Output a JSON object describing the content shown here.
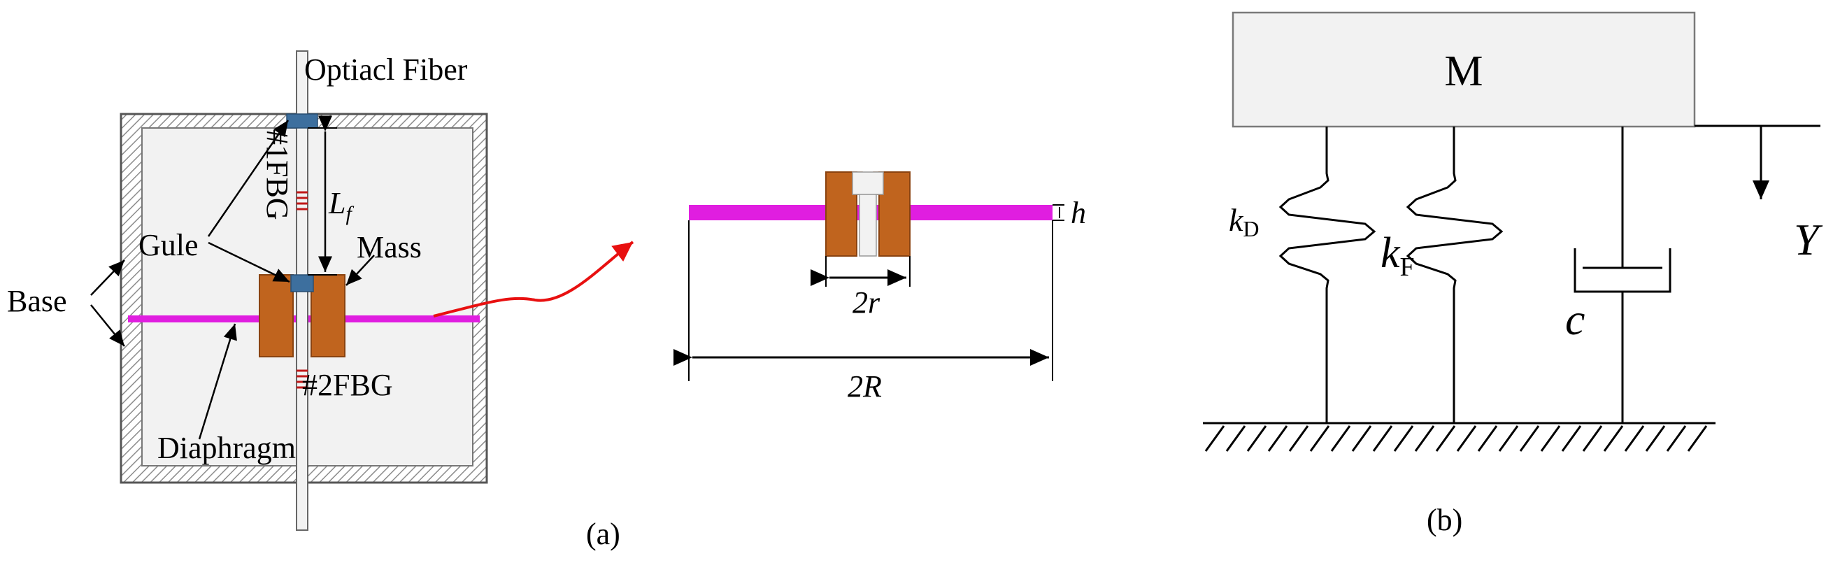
{
  "panel_a": {
    "caption": "(a)",
    "labels": {
      "fiber": "Optiacl Fiber",
      "fbg1": "#1FBG",
      "fbg2": "#2FBG",
      "glue": "Gule",
      "mass": "Mass",
      "base": "Base",
      "diaphragm": "Diaphragm",
      "lf_main": "L",
      "lf_sub": "f"
    },
    "detail": {
      "h": "h",
      "two_r": "2r",
      "two_R": "2R"
    },
    "colors": {
      "diaphragm": "#e01ee0",
      "mass": "#c0641e",
      "mass_edge": "#8a4310",
      "glue": "#3d6f9e",
      "grating": "#c01818",
      "arrow": "#e81010",
      "housing_fill": "#f2f2f2",
      "hatch": "#8c8c8c"
    }
  },
  "panel_b": {
    "caption": "(b)",
    "mass_label": "M",
    "kd_main": "k",
    "kd_sub": "D",
    "kf_main": "k",
    "kf_sub": "F",
    "c_label": "c",
    "y_label": "Y",
    "colors": {
      "mass_fill": "#f2f2f2",
      "mass_edge": "#7a7a7a"
    }
  }
}
